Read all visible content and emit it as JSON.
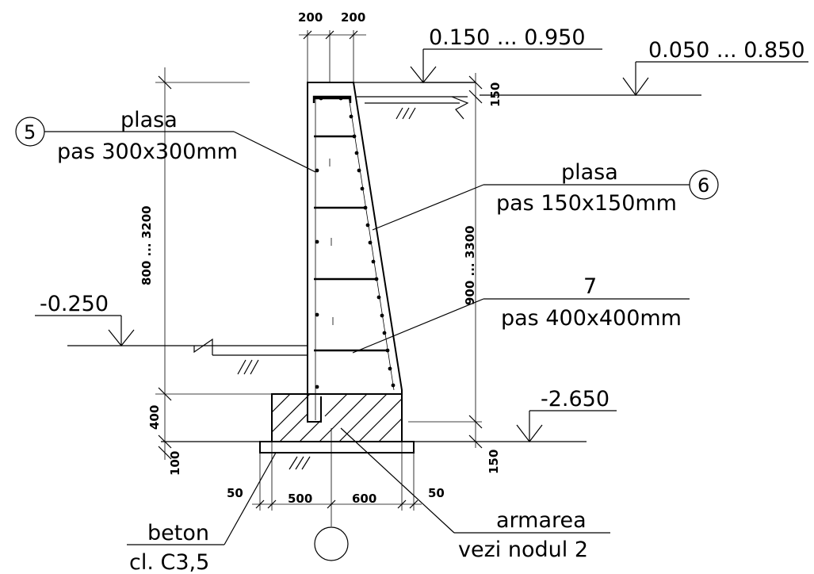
{
  "levels": {
    "top_left": "0.150 ... 0.950",
    "top_right": "0.050 ... 0.850",
    "ground": "-0.250",
    "foundation": "-2.650"
  },
  "dimensions": {
    "top_w1": "200",
    "top_w2": "200",
    "cap_h": "150",
    "wall_h_left": "800 ... 3200",
    "wall_h_right": "900 ... 3300",
    "footing_h": "400",
    "blinding_h": "100",
    "blinding_h_right": "150",
    "offset_left": "50",
    "offset_right": "50",
    "base_left": "500",
    "base_right": "600"
  },
  "callouts": {
    "c5": {
      "number": "5",
      "line1": "plasa",
      "line2": "pas 300x300mm"
    },
    "c6": {
      "number": "6",
      "line1": "plasa",
      "line2": "pas 150x150mm"
    },
    "c7": {
      "number": "7",
      "line2": "pas 400x400mm"
    },
    "armarea": {
      "line1": "armarea",
      "line2": "vezi nodul 2"
    },
    "beton": {
      "line1": "beton",
      "line2": "cl. C3,5"
    }
  }
}
